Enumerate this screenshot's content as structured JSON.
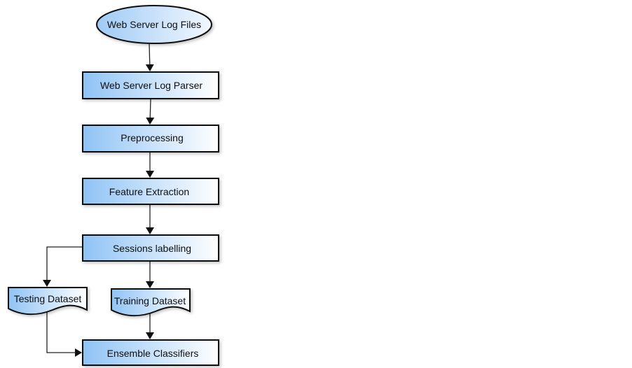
{
  "diagram": {
    "type": "flowchart",
    "colors": {
      "fill_start": "#8fc3f5",
      "fill_end": "#ffffff",
      "stroke": "#1a1a1a",
      "text": "#111111"
    },
    "nodes": {
      "log_files": {
        "label": "Web Server Log Files",
        "shape": "ellipse"
      },
      "log_parser": {
        "label": "Web Server Log Parser",
        "shape": "process"
      },
      "preprocessing": {
        "label": "Preprocessing",
        "shape": "process"
      },
      "feature_extraction": {
        "label": "Feature Extraction",
        "shape": "process"
      },
      "sessions_labelling": {
        "label": "Sessions labelling",
        "shape": "process"
      },
      "testing_dataset": {
        "label": "Testing Dataset",
        "shape": "document"
      },
      "training_dataset": {
        "label": "Training Dataset",
        "shape": "document"
      },
      "ensemble_classifiers": {
        "label": "Ensemble Classifiers",
        "shape": "process"
      }
    },
    "edges": [
      {
        "from": "Web Server Log Files",
        "to": "Web Server Log Parser"
      },
      {
        "from": "Web Server Log Parser",
        "to": "Preprocessing"
      },
      {
        "from": "Preprocessing",
        "to": "Feature Extraction"
      },
      {
        "from": "Feature Extraction",
        "to": "Sessions labelling"
      },
      {
        "from": "Sessions labelling",
        "to": "Testing Dataset"
      },
      {
        "from": "Sessions labelling",
        "to": "Training Dataset"
      },
      {
        "from": "Training Dataset",
        "to": "Ensemble Classifiers"
      },
      {
        "from": "Testing Dataset",
        "to": "Ensemble Classifiers"
      }
    ]
  }
}
